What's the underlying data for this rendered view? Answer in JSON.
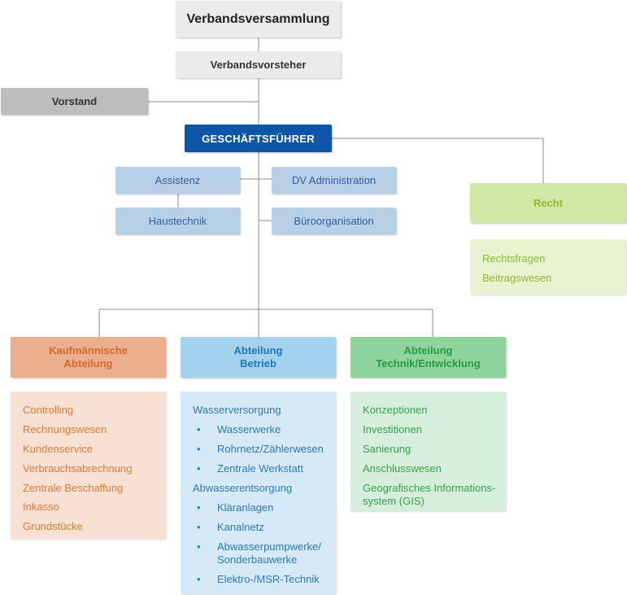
{
  "top": {
    "title": "Verbandsversammlung",
    "sub": "Verbandsvorsteher"
  },
  "vorstand": "Vorstand",
  "gf": "GESCHÄFTSFÜHRER",
  "staff": {
    "assistenz": "Assistenz",
    "dv": "DV Administration",
    "haustechnik": "Haustechnik",
    "buero": "Büroorganisation"
  },
  "recht": {
    "title": "Recht",
    "items": [
      "Rechtsfragen",
      "Beitragswesen"
    ]
  },
  "kauf": {
    "title_line1": "Kaufmännische",
    "title_line2": "Abteilung",
    "items": [
      "Controlling",
      "Rechnungswesen",
      "Kundenservice",
      "Verbrauchsabrechnung",
      "Zentrale Beschaffung",
      "Inkasso",
      "Grundstücke"
    ]
  },
  "betrieb": {
    "title_line1": "Abteilung",
    "title_line2": "Betrieb",
    "group1": "Wasserversorgung",
    "group1_items": [
      "Wasserwerke",
      "Rohrnetz/Zählerwesen",
      "Zentrale Werkstatt"
    ],
    "group2": "Abwasserentsorgung",
    "group2_items": [
      "Kläranlagen",
      "Kanalnetz",
      "Abwasserpumpwerke/",
      "Sonderbauwerke",
      "Elektro-/MSR-Technik"
    ],
    "bullet": "•"
  },
  "technik": {
    "title_line1": "Abteilung",
    "title_line2": "Technik/Entwicklung",
    "items": [
      "Konzeptionen",
      "Investitionen",
      "Sanierung",
      "Anschlusswesen",
      "Geografisches Informations-",
      "system (GIS)"
    ]
  },
  "colors": {
    "connector": "#8c8c8c",
    "gf": "#0d55a6",
    "staff": "#b8cfe8",
    "recht": "#d2e8a6",
    "kauf": "#ebaf8d",
    "betrieb": "#a2d2ed",
    "technik": "#8fd49c"
  }
}
